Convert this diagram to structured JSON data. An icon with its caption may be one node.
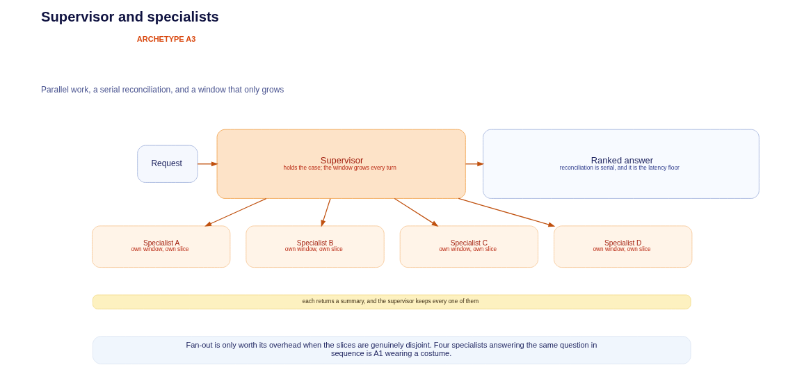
{
  "diagram": {
    "title": "Supervisor and specialists",
    "nodes": [
      {
        "text": [
          "Request"
        ]
      },
      {
        "text": [
          "Supervisor",
          "holds the case; the window grows every turn"
        ]
      },
      {
        "text": [
          "Ranked answer",
          "reconciliation is serial, and it is the latency floor"
        ]
      },
      {
        "text": [
          "Specialist A",
          "own window, own slice"
        ]
      },
      {
        "text": [
          "Specialist B",
          "own window, own slice"
        ]
      },
      {
        "text": [
          "Specialist C",
          "own window, own slice"
        ]
      },
      {
        "text": [
          "Specialist D",
          "own window, own slice"
        ]
      },
      {
        "text": [
          "each returns a summary, and the supervisor keeps every one of them"
        ]
      },
      {
        "text": [
          "Fan-out is only worth its overhead when the slices are genuinely disjoint. Four specialists answering the same question in sequence is A1 wearing a costume."
        ]
      }
    ],
    "edges": [
      {
        "from": 0,
        "to": 1,
        "arrow": "to"
      },
      {
        "from": 1,
        "to": 2,
        "arrow": "to"
      },
      {
        "from": 1,
        "to": 3,
        "arrow": "to"
      },
      {
        "from": 1,
        "to": 4,
        "arrow": "to"
      },
      {
        "from": 1,
        "to": 5,
        "arrow": "to"
      },
      {
        "from": 1,
        "to": 6,
        "arrow": "to"
      }
    ],
    "labels": [
      "ARCHETYPE A3",
      "Parallel work, a serial reconciliation, and a window that only grows"
    ]
  }
}
